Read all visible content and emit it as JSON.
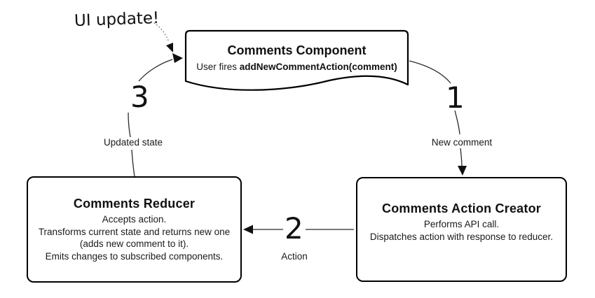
{
  "diagram": {
    "annotation": "UI update!",
    "component": {
      "title": "Comments Component",
      "subtitle_prefix": "User fires ",
      "subtitle_action": "addNewCommentAction(comment)"
    },
    "reducer": {
      "title": "Comments Reducer",
      "lines": [
        "Accepts action.",
        "Transforms current state and returns new one",
        "(adds new comment to it).",
        "Emits changes to subscribed components."
      ]
    },
    "action_creator": {
      "title": "Comments Action Creator",
      "lines": [
        "Performs API call.",
        "Dispatches action with response to reducer."
      ]
    },
    "flow": [
      {
        "number": "1",
        "label": "New comment",
        "from": "Comments Component",
        "to": "Comments Action Creator"
      },
      {
        "number": "2",
        "label": "Action",
        "from": "Comments Action Creator",
        "to": "Comments Reducer"
      },
      {
        "number": "3",
        "label": "Updated state",
        "from": "Comments Reducer",
        "to": "Comments Component"
      }
    ],
    "colors": {
      "background": "#ffffff",
      "box_border": "#000000",
      "arrow": "#2a2a2a",
      "text": "#111111"
    }
  }
}
